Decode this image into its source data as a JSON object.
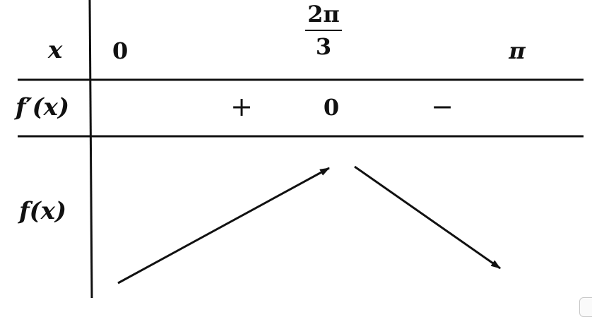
{
  "table": {
    "row_labels": {
      "x": "x",
      "fprime": "f′(x)",
      "f": "f(x)"
    },
    "x_values": {
      "start": "0",
      "mid_numerator": "2π",
      "mid_denominator": "3",
      "end": "π"
    },
    "sign_row": {
      "left": "+",
      "mid": "0",
      "right": "−"
    },
    "variation": {
      "left": "increasing",
      "right": "decreasing"
    }
  }
}
